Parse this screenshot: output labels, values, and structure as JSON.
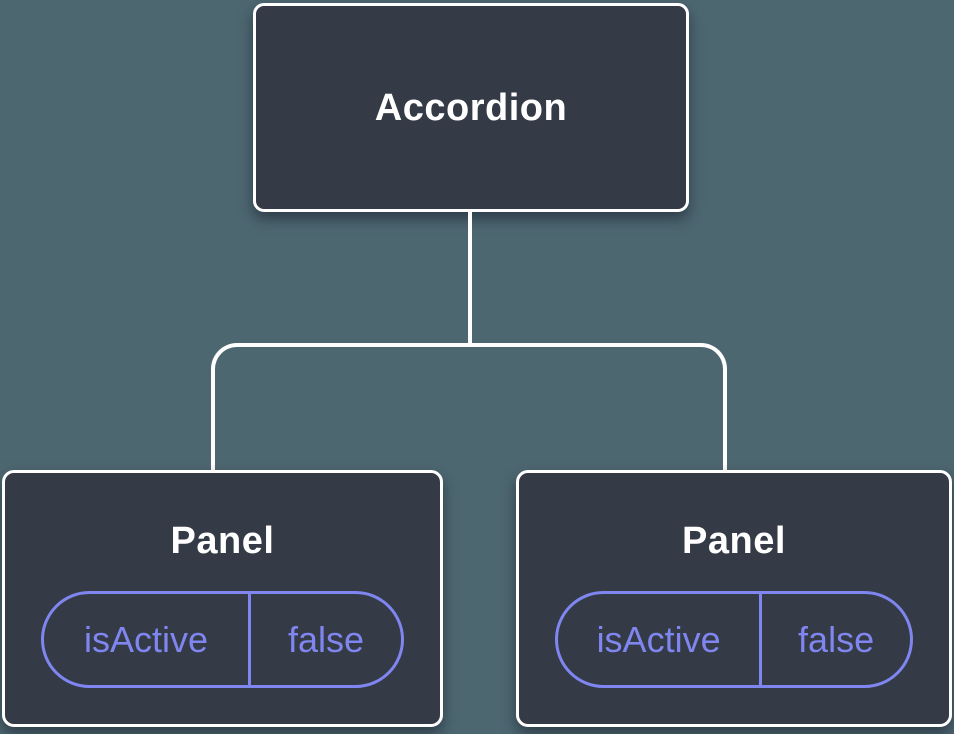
{
  "diagram": {
    "type": "component-tree",
    "colors": {
      "bg": "#4d6771",
      "card": "#343a46",
      "line": "#ffffff",
      "accent": "#8086f0"
    },
    "root": {
      "label": "Accordion"
    },
    "children": [
      {
        "label": "Panel",
        "state": {
          "name": "isActive",
          "value": "false"
        }
      },
      {
        "label": "Panel",
        "state": {
          "name": "isActive",
          "value": "false"
        }
      }
    ]
  }
}
